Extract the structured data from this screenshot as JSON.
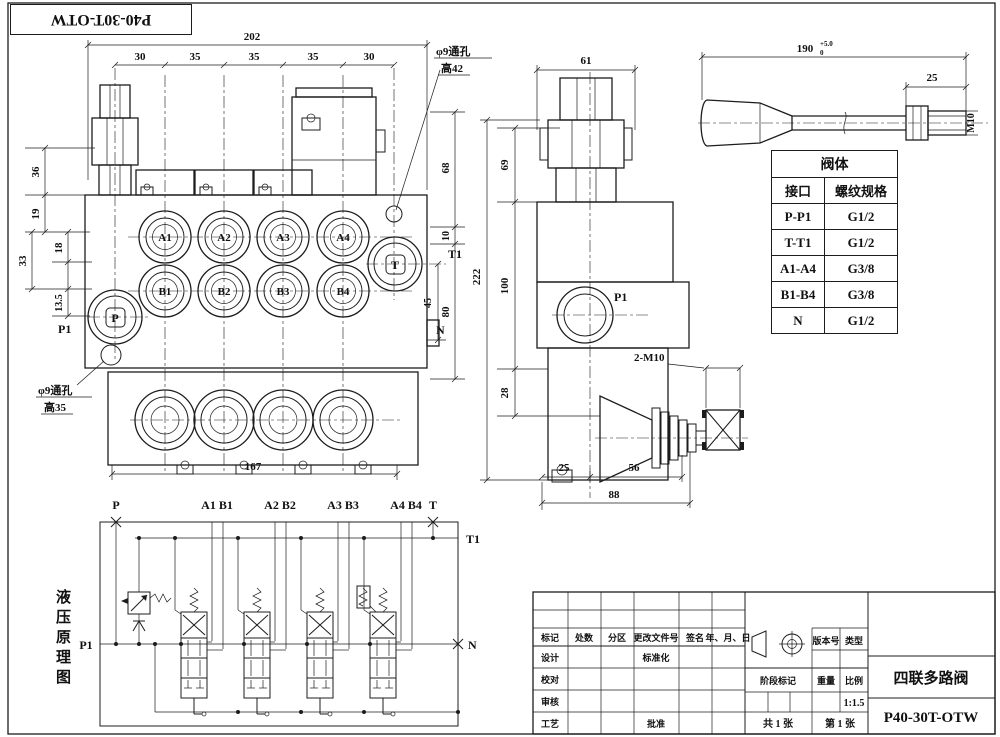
{
  "meta": {
    "corner_label": "P40-30T-OTW"
  },
  "front_view": {
    "dim_total": "202",
    "seg_dims": [
      "30",
      "35",
      "35",
      "35",
      "30"
    ],
    "left_dims": [
      "36",
      "19",
      "18",
      "33",
      "13.5"
    ],
    "right_dims": [
      "68",
      "10",
      "80",
      "45"
    ],
    "dim_bottom": "167",
    "ports": {
      "a": [
        "A1",
        "A2",
        "A3",
        "A4"
      ],
      "b": [
        "B1",
        "B2",
        "B3",
        "B4"
      ],
      "p": "P",
      "t": "T",
      "t1": "T1",
      "n": "N",
      "p1": "P1"
    },
    "hole_top": [
      "φ9通孔",
      "高42"
    ],
    "hole_bottom": [
      "φ9通孔",
      "高35"
    ]
  },
  "side_view": {
    "dim_width": "61",
    "dim_69": "69",
    "dim_222": "222",
    "dim_100": "100",
    "dim_28": "28",
    "dim_25": "25",
    "dim_56": "56",
    "dim_88": "88",
    "label_p1": "P1",
    "label_m10": "2-M10"
  },
  "handle_view": {
    "dim_length": "190",
    "tol_upper": "+5.0",
    "tol_lower": "0",
    "dim_25": "25",
    "label_thread": "M10"
  },
  "spec_table": {
    "title": "阀体",
    "headers": [
      "接口",
      "螺纹规格"
    ],
    "rows": [
      [
        "P-P1",
        "G1/2"
      ],
      [
        "T-T1",
        "G1/2"
      ],
      [
        "A1-A4",
        "G3/8"
      ],
      [
        "B1-B4",
        "G3/8"
      ],
      [
        "N",
        "G1/2"
      ]
    ]
  },
  "schematic": {
    "label_vertical": "液压原理图",
    "p": "P",
    "ab": [
      "A1 B1",
      "A2 B2",
      "A3 B3",
      "A4 B4"
    ],
    "t": "T",
    "t1": "T1",
    "n": "N",
    "p1": "P1"
  },
  "title_block": {
    "review_cols": [
      "标记",
      "处数",
      "分区",
      "更改文件号",
      "签名",
      "年、月、日"
    ],
    "roles": [
      "设计",
      "校对",
      "审核",
      "工艺"
    ],
    "standardization": "标准化",
    "approval": "批准",
    "version_label": "版本号",
    "type_label": "类型",
    "stage_label": "阶段标记",
    "weight_label": "重量",
    "scale_label": "比例",
    "scale_value": "1:1.5",
    "sheet_total": "共 1 张",
    "sheet_number": "第 1 张",
    "product_name": "四联多路阀",
    "model": "P40-30T-OTW"
  }
}
